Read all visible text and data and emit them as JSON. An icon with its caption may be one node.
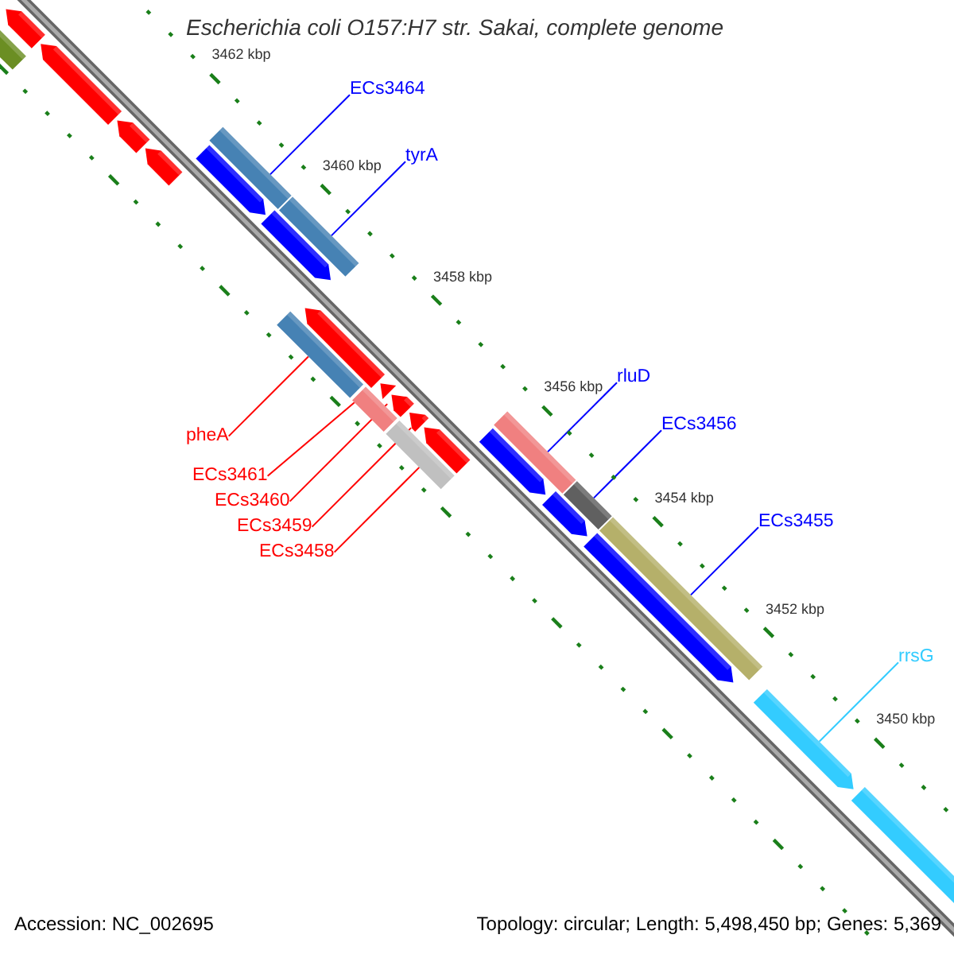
{
  "diagram": {
    "title": "Escherichia coli O157:H7 str. Sakai, complete genome",
    "nodes": [
      {
        "text": [
          "ECs3464"
        ]
      },
      {
        "text": [],
        "shape": "bar"
      },
      {
        "text": [
          "tyrA"
        ]
      },
      {
        "text": [],
        "shape": "bar"
      },
      {
        "text": [
          "pheA"
        ]
      },
      {
        "text": [],
        "shape": "bar"
      },
      {
        "text": [
          "ECs3461"
        ]
      },
      {
        "text": [],
        "shape": "bar"
      },
      {
        "text": [
          "ECs3460"
        ]
      },
      {
        "text": [],
        "shape": "arrow"
      },
      {
        "text": [
          "ECs3459"
        ]
      },
      {
        "text": [],
        "shape": "arrow"
      },
      {
        "text": [
          "ECs3458"
        ]
      },
      {
        "text": [],
        "shape": "bar"
      },
      {
        "text": [
          "rluD"
        ]
      },
      {
        "text": [],
        "shape": "bar"
      },
      {
        "text": [
          "ECs3456"
        ]
      },
      {
        "text": [],
        "shape": "bar"
      },
      {
        "text": [
          "ECs3455"
        ]
      },
      {
        "text": [],
        "shape": "bar"
      },
      {
        "text": [
          "rrsG"
        ]
      },
      {
        "text": [],
        "shape": "arrow"
      },
      {
        "text": [],
        "shape": "bar"
      },
      {
        "text": [],
        "shape": "arrow"
      },
      {
        "text": [],
        "shape": "arrow"
      },
      {
        "text": [],
        "shape": "arrow"
      },
      {
        "text": [],
        "shape": "arrow"
      },
      {
        "text": [],
        "shape": "arrow"
      },
      {
        "text": [],
        "shape": "arrow"
      },
      {
        "text": [],
        "shape": "arrow"
      },
      {
        "text": [],
        "shape": "arrow"
      },
      {
        "text": [],
        "shape": "arrow"
      },
      {
        "text": [],
        "shape": "arrow"
      },
      {
        "text": [],
        "shape": "arrow"
      },
      {
        "text": [],
        "shape": "arrow"
      },
      {
        "text": [],
        "shape": "bar"
      }
    ],
    "edges": [
      {
        "from": 0,
        "to": 1,
        "arrow": "none",
        "color": "#0000ff"
      },
      {
        "from": 2,
        "to": 3,
        "arrow": "none",
        "color": "#0000ff"
      },
      {
        "from": 4,
        "to": 5,
        "arrow": "none",
        "color": "#ff0000"
      },
      {
        "from": 6,
        "to": 7,
        "arrow": "none",
        "color": "#ff0000"
      },
      {
        "from": 8,
        "to": 9,
        "arrow": "none",
        "color": "#ff0000"
      },
      {
        "from": 10,
        "to": 11,
        "arrow": "none",
        "color": "#ff0000"
      },
      {
        "from": 12,
        "to": 13,
        "arrow": "none",
        "color": "#ff0000"
      },
      {
        "from": 14,
        "to": 15,
        "arrow": "none",
        "color": "#0000ff"
      },
      {
        "from": 16,
        "to": 17,
        "arrow": "none",
        "color": "#0000ff"
      },
      {
        "from": 18,
        "to": 19,
        "arrow": "none",
        "color": "#0000ff"
      },
      {
        "from": 20,
        "to": 21,
        "arrow": "none",
        "color": "#33ccff"
      }
    ],
    "labels": [
      "3462 kbp",
      "3460 kbp",
      "3458 kbp",
      "3456 kbp",
      "3454 kbp",
      "3452 kbp",
      "3450 kbp",
      "Accession: NC_002695",
      "Topology: circular; Length: 5,498,450 bp; Genes: 5,369"
    ]
  }
}
